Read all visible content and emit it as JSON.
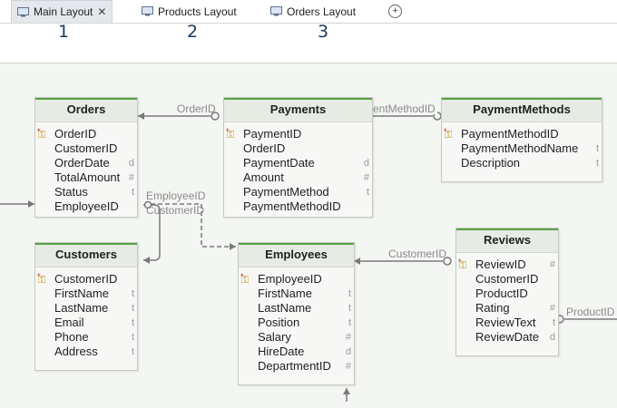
{
  "tabs": [
    {
      "label": "Main Layout",
      "number": "1"
    },
    {
      "label": "Products Layout",
      "number": "2"
    },
    {
      "label": "Orders Layout",
      "number": "3"
    }
  ],
  "add_tab_label": "+",
  "close_glyph": "✕",
  "tables": {
    "orders": {
      "title": "Orders",
      "columns": [
        {
          "name": "OrderID",
          "type": "",
          "pk": true
        },
        {
          "name": "CustomerID",
          "type": ""
        },
        {
          "name": "OrderDate",
          "type": "d"
        },
        {
          "name": "TotalAmount",
          "type": "#"
        },
        {
          "name": "Status",
          "type": "t"
        },
        {
          "name": "EmployeeID",
          "type": ""
        }
      ]
    },
    "payments": {
      "title": "Payments",
      "columns": [
        {
          "name": "PaymentID",
          "type": "",
          "pk": true
        },
        {
          "name": "OrderID",
          "type": ""
        },
        {
          "name": "PaymentDate",
          "type": "d"
        },
        {
          "name": "Amount",
          "type": "#"
        },
        {
          "name": "PaymentMethod",
          "type": "t"
        },
        {
          "name": "PaymentMethodID",
          "type": ""
        }
      ]
    },
    "paymentmethods": {
      "title": "PaymentMethods",
      "columns": [
        {
          "name": "PaymentMethodID",
          "type": "",
          "pk": true
        },
        {
          "name": "PaymentMethodName",
          "type": "t"
        },
        {
          "name": "Description",
          "type": "t"
        }
      ]
    },
    "customers": {
      "title": "Customers",
      "columns": [
        {
          "name": "CustomerID",
          "type": "",
          "pk": true
        },
        {
          "name": "FirstName",
          "type": "t"
        },
        {
          "name": "LastName",
          "type": "t"
        },
        {
          "name": "Email",
          "type": "t"
        },
        {
          "name": "Phone",
          "type": "t"
        },
        {
          "name": "Address",
          "type": "t"
        }
      ]
    },
    "employees": {
      "title": "Employees",
      "columns": [
        {
          "name": "EmployeeID",
          "type": "",
          "pk": true
        },
        {
          "name": "FirstName",
          "type": "t"
        },
        {
          "name": "LastName",
          "type": "t"
        },
        {
          "name": "Position",
          "type": "t"
        },
        {
          "name": "Salary",
          "type": "#"
        },
        {
          "name": "HireDate",
          "type": "d"
        },
        {
          "name": "DepartmentID",
          "type": "#"
        }
      ]
    },
    "reviews": {
      "title": "Reviews",
      "columns": [
        {
          "name": "ReviewID",
          "type": "#",
          "pk": true
        },
        {
          "name": "CustomerID",
          "type": ""
        },
        {
          "name": "ProductID",
          "type": ""
        },
        {
          "name": "Rating",
          "type": "#"
        },
        {
          "name": "ReviewText",
          "type": "t"
        },
        {
          "name": "ReviewDate",
          "type": "d"
        }
      ]
    }
  },
  "link_labels": {
    "orderid": "OrderID",
    "paymentmethodid": "PaymentMethodID",
    "employeeid": "EmployeeID",
    "customerid_orders": "CustomerID",
    "customerid_reviews": "CustomerID",
    "productid": "ProductID"
  },
  "colors": {
    "accent_header": "#5aa046",
    "link": "#7a7a7a",
    "pk_key": "#c48a10"
  }
}
